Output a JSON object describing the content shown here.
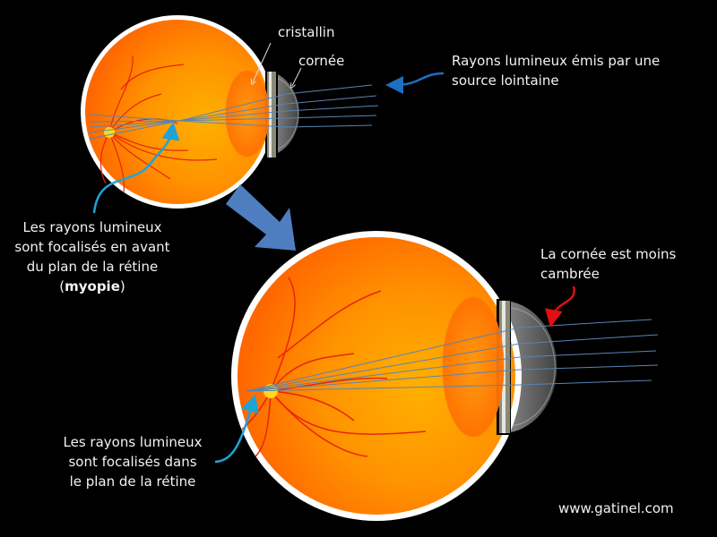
{
  "labels": {
    "cristallin": "cristallin",
    "cornee": "cornée",
    "rays_source_line1": "Rayons lumineux émis par une",
    "rays_source_line2": "source lointaine",
    "myopia_line1": "Les rayons lumineux",
    "myopia_line2": "sont focalisés en avant",
    "myopia_line3": "du plan de la rétine",
    "myopia_paren_open": "(",
    "myopia_word": "myopie",
    "myopia_paren_close": ")",
    "cornea_flatter_line1": "La cornée est moins",
    "cornea_flatter_line2": "cambrée",
    "retina_focus_line1": "Les rayons lumineux",
    "retina_focus_line2": "sont focalisés dans",
    "retina_focus_line3": "le plan de la rétine",
    "watermark": "www.gatinel.com"
  },
  "colors": {
    "background": "#000000",
    "eye_orange": "#ff8a00",
    "eye_orange_dark": "#ff5a00",
    "sclera": "#ffffff",
    "vessel": "#e8250a",
    "ray": "#5a84b4",
    "cyan_arrow": "#1fa3d6",
    "blue_arrow": "#4f7ec0",
    "red_arrow": "#e01010",
    "cornea_gray": "#6a6a6a"
  }
}
